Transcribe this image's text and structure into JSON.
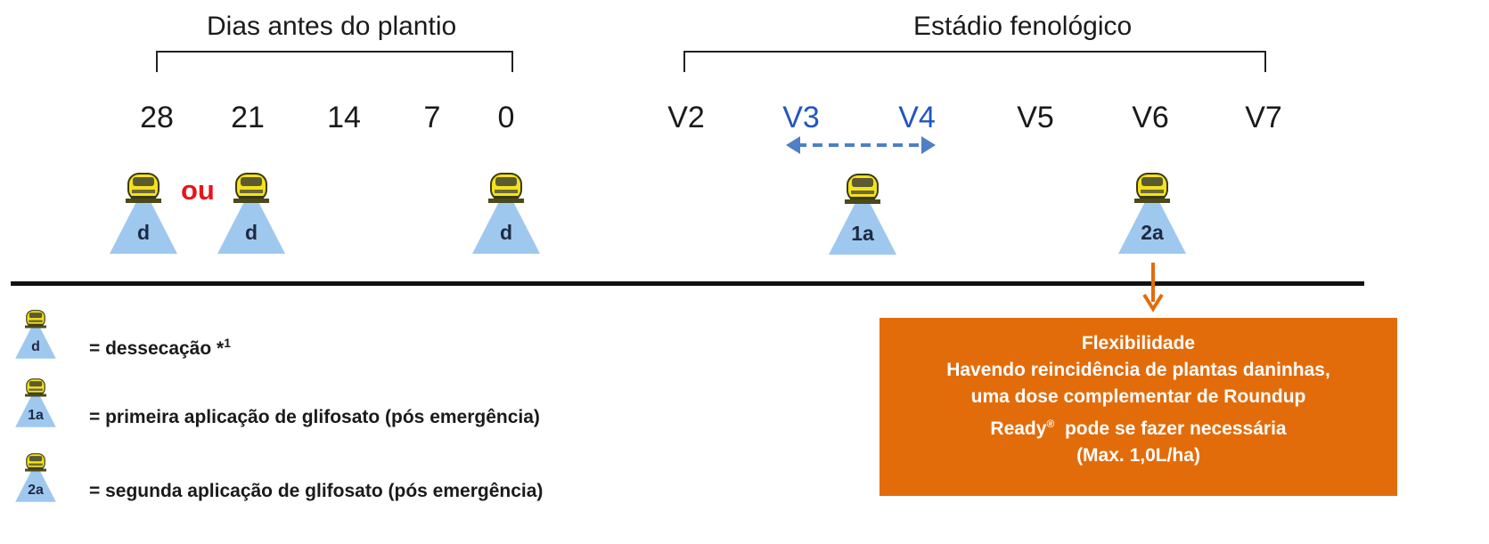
{
  "header": {
    "left_title": "Dias antes do plantio",
    "right_title": "Estádio fenológico"
  },
  "timeline_days": [
    "28",
    "21",
    "14",
    "7",
    "0"
  ],
  "timeline_stages": [
    "V2",
    "V3",
    "V4",
    "V5",
    "V6",
    "V7"
  ],
  "highlight_color": "#2255c4",
  "applications": {
    "d": "d",
    "first": "1a",
    "second": "2a",
    "or_label": "ou"
  },
  "legend": [
    {
      "code": "d",
      "text": "= dessecação *",
      "sup": "1"
    },
    {
      "code": "1a",
      "text": "= primeira aplicação de glifosato (pós emergência)"
    },
    {
      "code": "2a",
      "text": "= segunda aplicação de glifosato (pós emergência)"
    }
  ],
  "flexibility": {
    "title": "Flexibilidade",
    "line1": "Havendo reincidência de plantas daninhas,",
    "line2": "uma dose complementar de Roundup",
    "line3_pre": "Ready",
    "line3_reg": "®",
    "line3_post": "  pode se fazer necessária",
    "line4": "(Max. 1,0L/ha)",
    "color": "#e36c0a"
  },
  "colors": {
    "spray_cone": "#9fc8ef",
    "sprayer_body": "#f4e21c",
    "arrow_dashed": "#4f7fc4",
    "arrow_orange": "#e36c0a",
    "or_red": "#e8141c"
  },
  "icons": {
    "sprayer": "sprayer-icon"
  }
}
